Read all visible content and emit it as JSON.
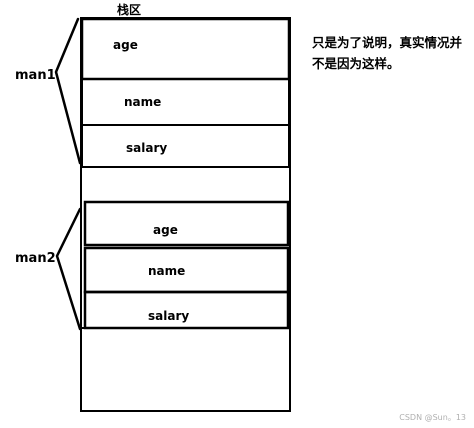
{
  "diagram": {
    "stack_title": "栈区",
    "groups": [
      {
        "label": "man1",
        "fields": [
          "age",
          "name",
          "salary"
        ]
      },
      {
        "label": "man2",
        "fields": [
          "age",
          "name",
          "salary"
        ]
      }
    ]
  },
  "note": "只是为了说明，真实情况并不是因为这样。",
  "watermark": "CSDN @Sun。13"
}
